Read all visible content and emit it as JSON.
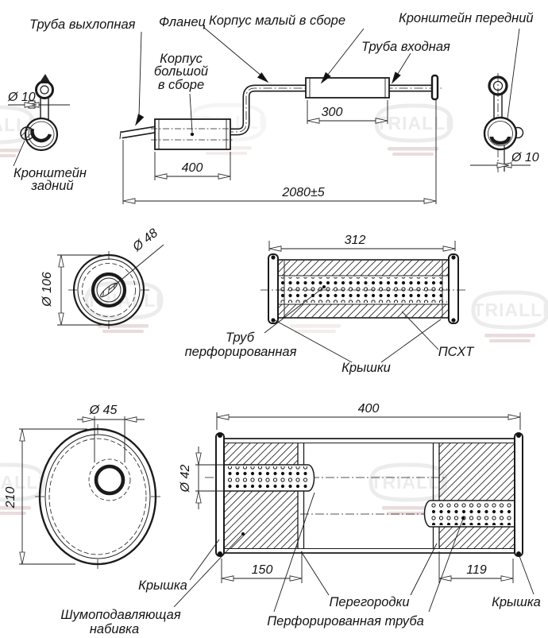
{
  "watermark": {
    "brand": "TRIALLI"
  },
  "assembly": {
    "labels": {
      "exhaust_pipe": "Труба выхлопная",
      "flange": "Фланец",
      "small_body": "Корпус малый в сборе",
      "front_bracket": "Кронштейн передний",
      "inlet_pipe": "Труба входная",
      "big_body_line1": "Корпус",
      "big_body_line2": "большой",
      "big_body_line3": "в сборе",
      "rear_bracket_line1": "Кронштейн",
      "rear_bracket_line2": "задний"
    },
    "dims": {
      "rear_pin_dia": "Ø 10",
      "front_pin_dia": "Ø 10",
      "small_body_len": "300",
      "big_body_len": "400",
      "total_len": "2080±5"
    }
  },
  "small_muffler": {
    "dims": {
      "pipe_dia": "Ø 48",
      "shell_dia": "Ø 106",
      "shell_len": "312"
    },
    "labels": {
      "perf_tube_line1": "Труб",
      "perf_tube_line2": "перфорированная",
      "caps": "Крышки",
      "filler": "ПСХТ"
    }
  },
  "big_muffler": {
    "dims": {
      "inlet_dia": "Ø 45",
      "shell_height": "210",
      "pipe_dia": "Ø 42",
      "shell_len": "400",
      "left_span": "150",
      "right_span": "119"
    },
    "labels": {
      "cap_left": "Крышка",
      "padding_line1": "Шумоподавляющая",
      "padding_line2": "набивка",
      "partitions": "Перегородки",
      "perf_tube": "Перфорированная труба",
      "cap_right": "Крышка"
    }
  }
}
